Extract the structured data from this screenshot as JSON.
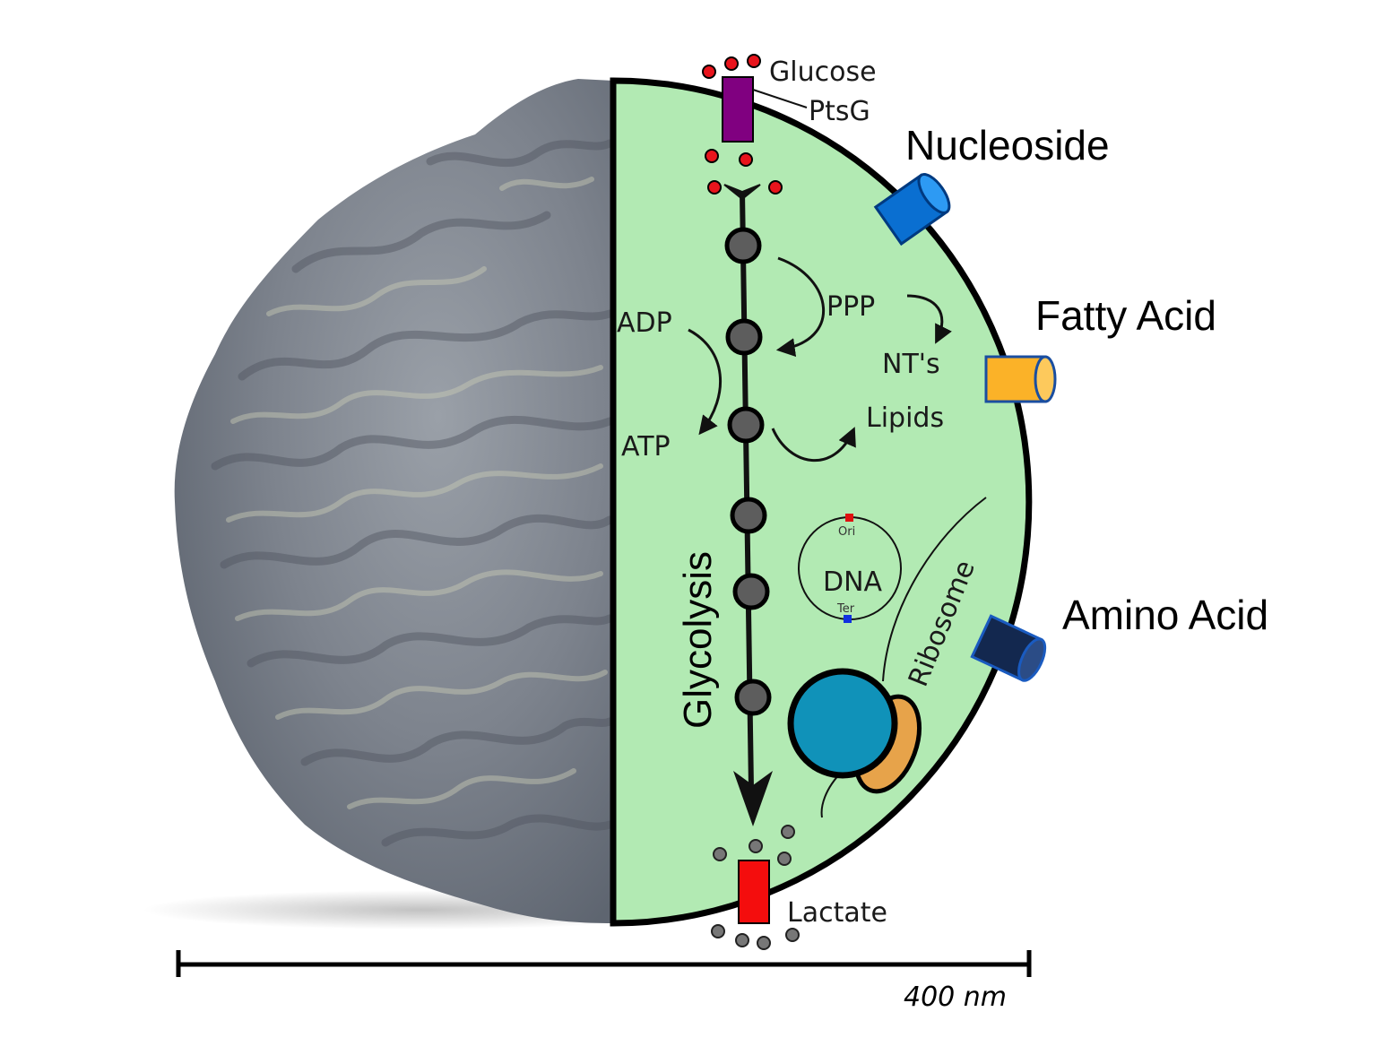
{
  "labels": {
    "glucose": "Glucose",
    "ptsg": "PtsG",
    "nucleoside": "Nucleoside",
    "fatty_acid": "Fatty Acid",
    "amino_acid": "Amino Acid",
    "ppp": "PPP",
    "nts": "NT's",
    "lipids": "Lipids",
    "adp": "ADP",
    "atp": "ATP",
    "glycolysis": "Glycolysis",
    "dna": "DNA",
    "ori": "Ori",
    "ter": "Ter",
    "ribosome": "Ribosome",
    "lactate": "Lactate",
    "scale": "400 nm"
  },
  "colors": {
    "cytoplasm": "#b2eab3",
    "ptsg": "#800080",
    "glucose": "#e8141c",
    "nucleoside": "#0a6fd1",
    "fatty_acid": "#fbb228",
    "amino_acid": "#13284f",
    "lactate_transporter": "#f40d0d",
    "metabolite": "#555555",
    "ribosome_large": "#1092b9",
    "ribosome_small": "#e7a34a"
  }
}
